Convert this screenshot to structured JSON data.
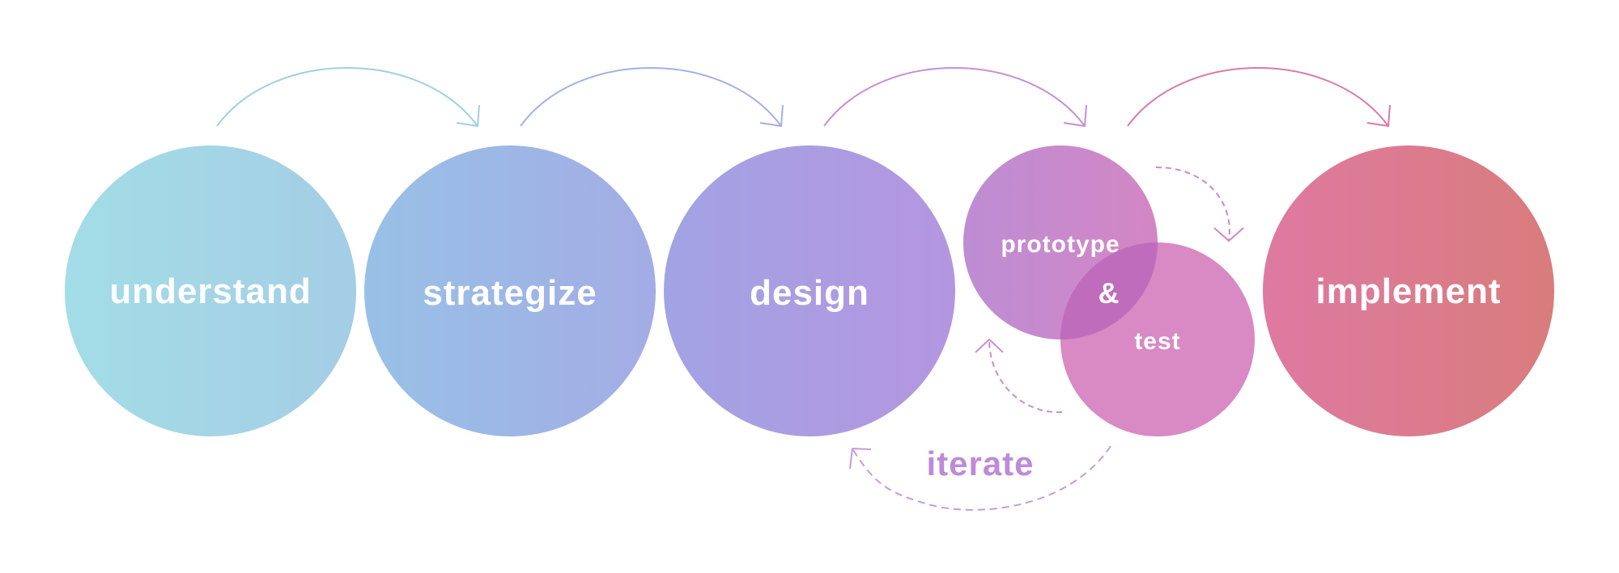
{
  "stages": {
    "understand": "understand",
    "strategize": "strategize",
    "design": "design",
    "prototype": "prototype",
    "ampersand": "&",
    "test": "test",
    "implement": "implement"
  },
  "loop": {
    "label": "iterate"
  },
  "colors": {
    "understand_start": "#a3dde6",
    "understand_end": "#a4cde6",
    "strategize_start": "#98c1e6",
    "strategize_end": "#a3ace5",
    "design_start": "#a2a3e4",
    "design_end": "#b496e0",
    "prototype_start": "#bd8dd4",
    "prototype_end": "#d486c4",
    "overlap": "#bf6cbd",
    "test": "#d989c4",
    "implement_start": "#de7aa2",
    "implement_end": "#d97c7c",
    "arrow_1": "#9fd0e6",
    "arrow_2": "#a3b0e4",
    "arrow_3": "#c58fd8",
    "arrow_4": "#d97aa8",
    "iterate": "#bf8ad9"
  }
}
